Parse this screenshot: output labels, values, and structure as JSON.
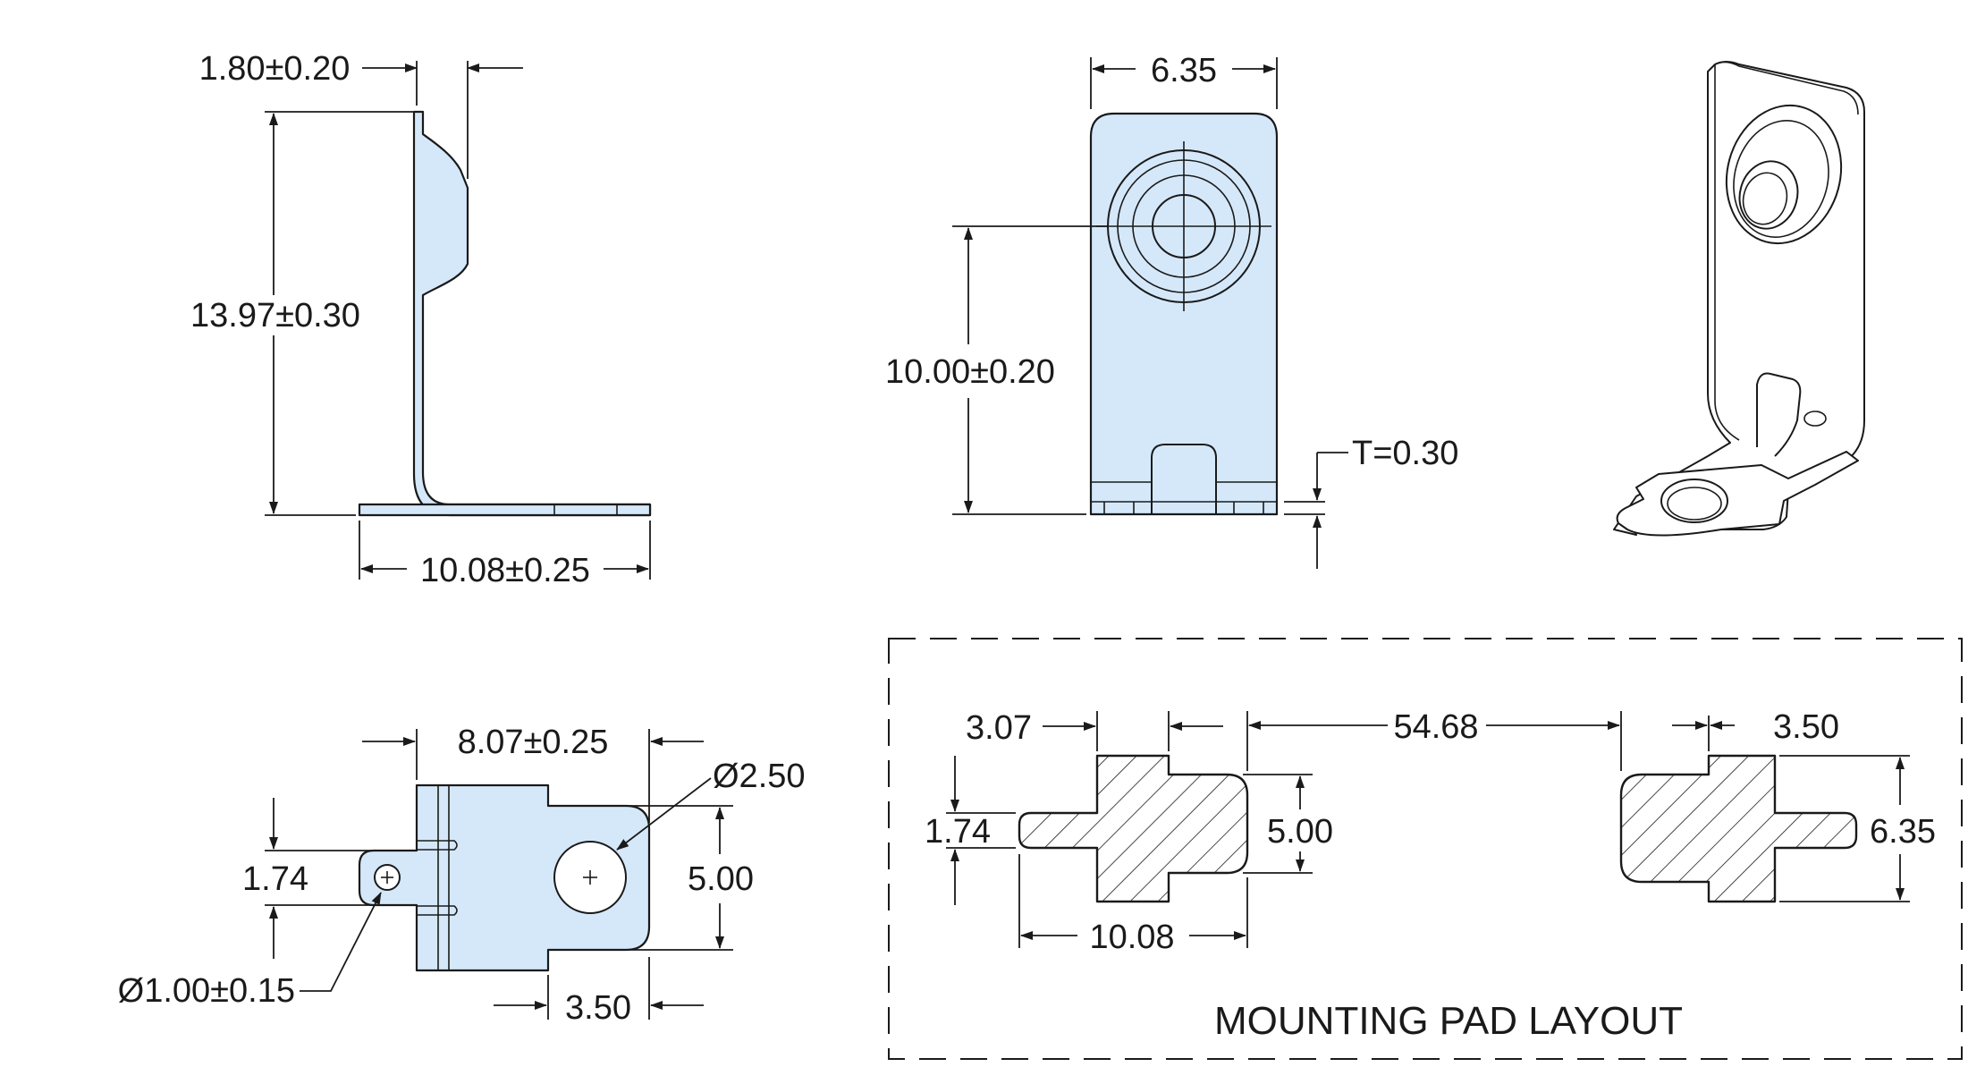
{
  "side_view": {
    "top_offset": "1.80±0.20",
    "height": "13.97±0.30",
    "base_length": "10.08±0.25"
  },
  "front_view": {
    "width": "6.35",
    "hole_height": "10.00±0.20",
    "thickness": "T=0.30"
  },
  "bottom_view": {
    "length": "8.07±0.25",
    "hole_large": "Ø2.50",
    "tab_width": "1.74",
    "body_height": "5.00",
    "hole_small": "Ø1.00±0.15",
    "tab_offset": "3.50"
  },
  "pad_layout": {
    "title": "MOUNTING PAD LAYOUT",
    "left_step": "3.07",
    "spacing": "54.68",
    "right_step": "3.50",
    "tab_height": "1.74",
    "pad_height": "5.00",
    "pad_length": "10.08",
    "right_height": "6.35"
  },
  "colors": {
    "part_fill": "#d5e8fa",
    "line": "#1a1a1a"
  }
}
